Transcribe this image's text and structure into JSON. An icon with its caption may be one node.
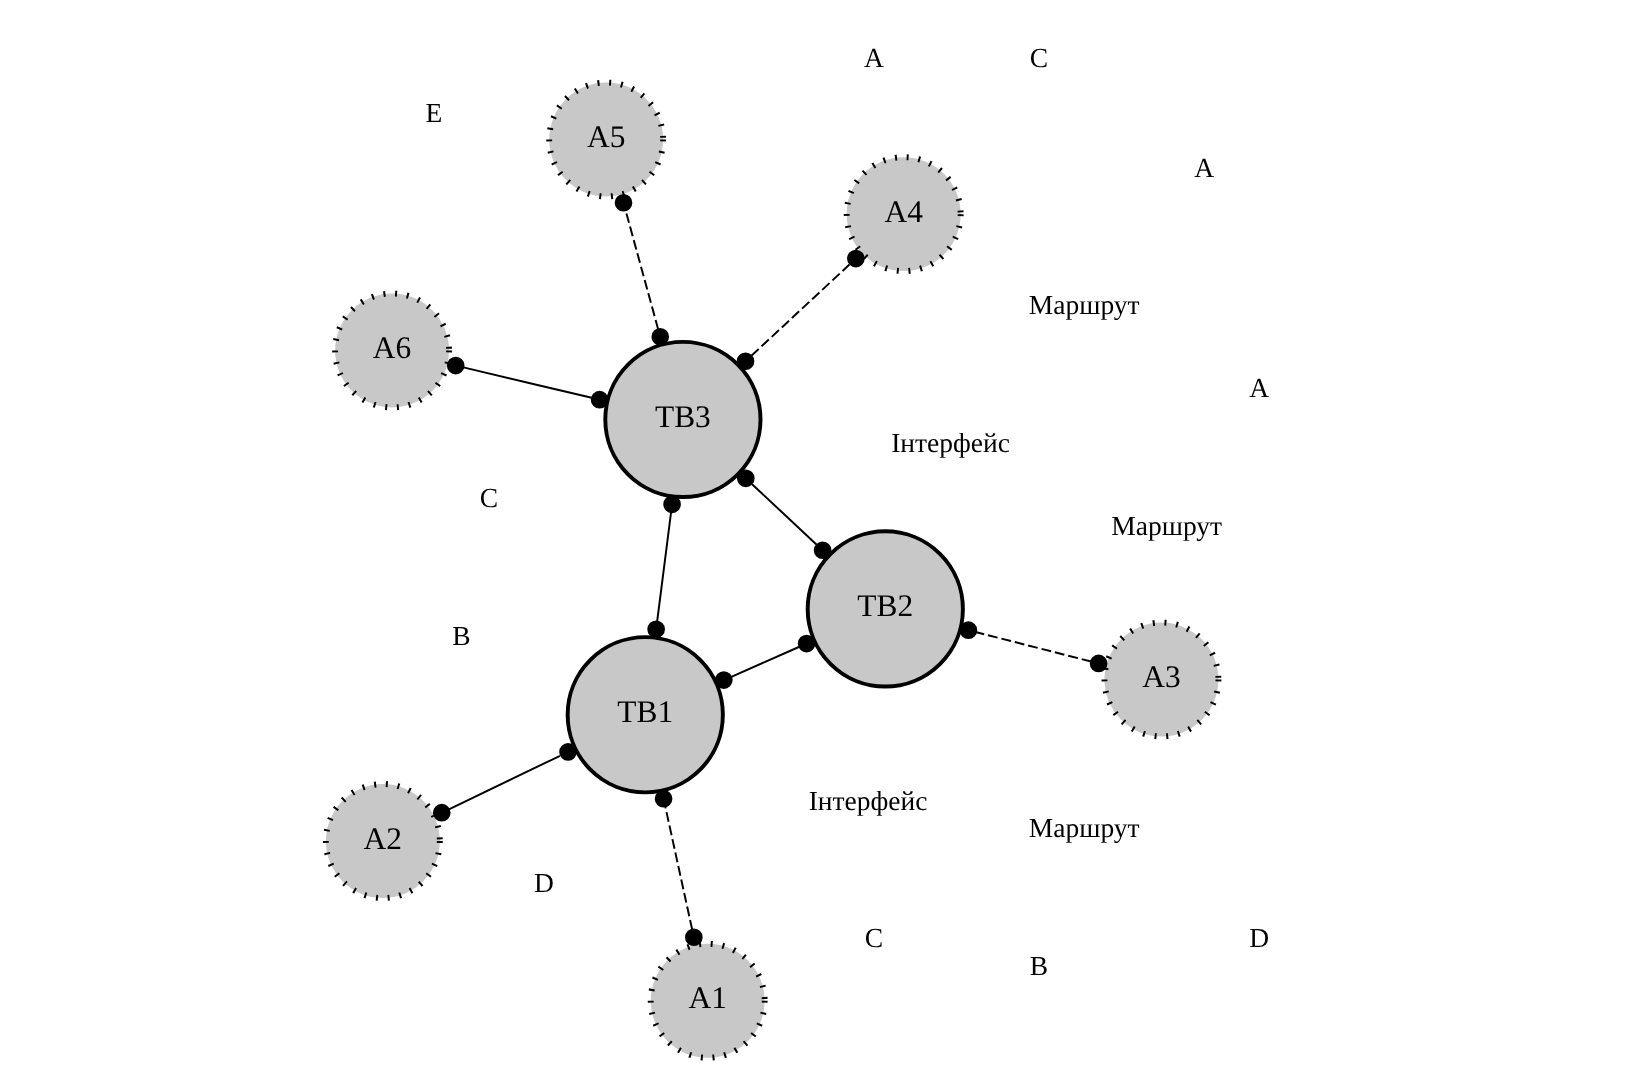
{
  "diagram": {
    "nodes": [
      {
        "text": [
          "A2"
        ]
      },
      {
        "text": [
          "TB1"
        ]
      },
      {
        "text": [
          "A1"
        ]
      },
      {
        "text": [
          "A4"
        ]
      },
      {
        "text": [
          "TB3"
        ]
      },
      {
        "text": [
          "A5"
        ]
      },
      {
        "text": [
          "TB2"
        ]
      },
      {
        "text": [
          "A3"
        ]
      },
      {
        "text": [
          "A6"
        ]
      }
    ],
    "edges": [
      {
        "from": 0,
        "to": 1,
        "arrow": "other"
      },
      {
        "from": 2,
        "to": 1,
        "arrow": "other",
        "style": "dashed"
      },
      {
        "from": 1,
        "to": 4,
        "arrow": "other"
      },
      {
        "from": 1,
        "to": 6,
        "arrow": "other"
      },
      {
        "from": 6,
        "to": 4,
        "arrow": "other"
      },
      {
        "from": 7,
        "to": 6,
        "arrow": "other",
        "style": "dashed"
      },
      {
        "from": 4,
        "to": 3,
        "arrow": "other",
        "style": "dashed"
      },
      {
        "from": 4,
        "to": 5,
        "arrow": "other",
        "style": "dashed"
      },
      {
        "from": 4,
        "to": 8,
        "arrow": "other"
      }
    ],
    "labels": [
      "Інтерфейс",
      "Маршрут",
      "A",
      "Інтерфейс",
      "C",
      "D",
      "Маршрут",
      "B",
      "C",
      "D",
      "A",
      "E",
      "B",
      "C",
      "Маршрут",
      "A"
    ]
  }
}
